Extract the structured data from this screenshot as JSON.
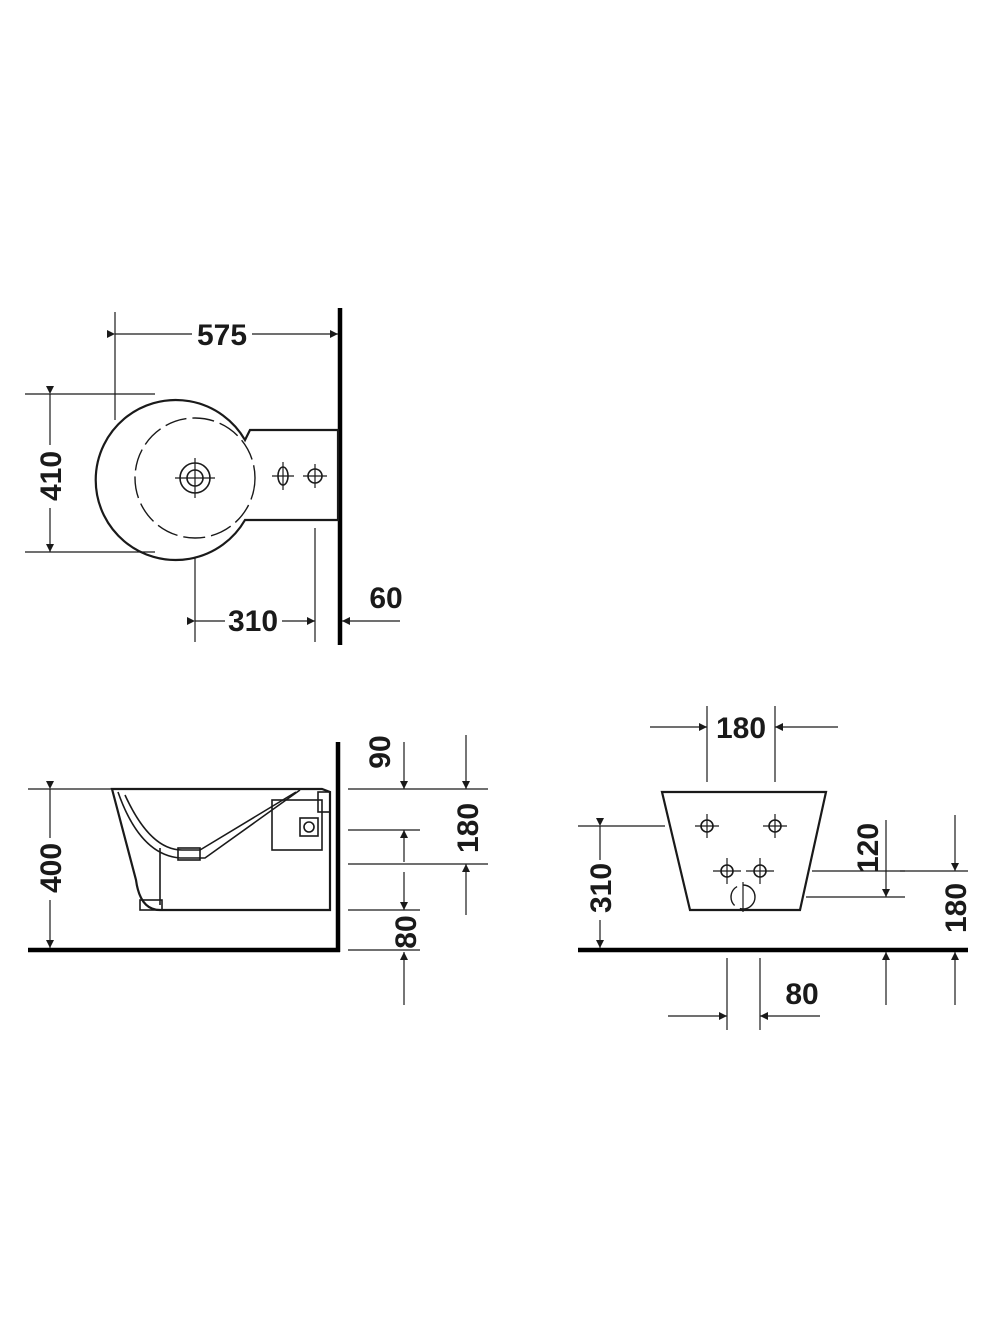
{
  "top_view": {
    "width": "575",
    "depth": "410",
    "outlet_offset": "310",
    "wall_gap": "60"
  },
  "side_view": {
    "height": "400",
    "top_to_fixing": "90",
    "fixing_span": "180",
    "bottom_clearance": "80"
  },
  "rear_view": {
    "bolt_spacing_top": "180",
    "body_height": "310",
    "inlet_height": "120",
    "fixing_height": "180",
    "inlet_spacing": "80"
  }
}
